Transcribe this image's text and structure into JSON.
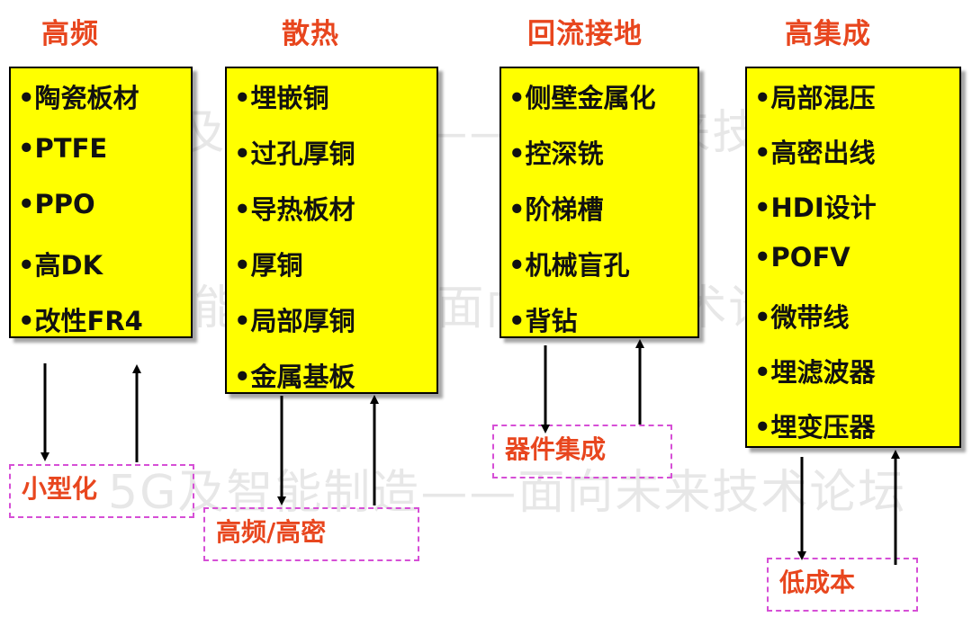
{
  "columns": [
    {
      "title": "高频",
      "items": [
        "•陶瓷板材",
        "•PTFE",
        "•PPO",
        "•高DK",
        "•改性FR4"
      ],
      "outcome": "小型化"
    },
    {
      "title": "散热",
      "items": [
        "•埋嵌铜",
        "•过孔厚铜",
        "•导热板材",
        "•厚铜",
        "•局部厚铜",
        "•金属基板"
      ],
      "outcome": "高频/高密"
    },
    {
      "title": "回流接地",
      "items": [
        "•侧壁金属化",
        "•控深铣",
        "•阶梯槽",
        "•机械盲孔",
        "•背钻"
      ],
      "outcome": "器件集成"
    },
    {
      "title": "高集成",
      "items": [
        "•局部混压",
        "•高密出线",
        "•HDI设计",
        "•POFV",
        "•微带线",
        "•埋滤波器",
        "•埋变压器"
      ],
      "outcome": "低成本"
    }
  ],
  "watermark": "5G及智能制造——面向未来技术论坛",
  "colors": {
    "title": "#e8461e",
    "box_fill": "#ffff00",
    "outcome_border": "#d64fd6",
    "arrow": "#000000"
  }
}
